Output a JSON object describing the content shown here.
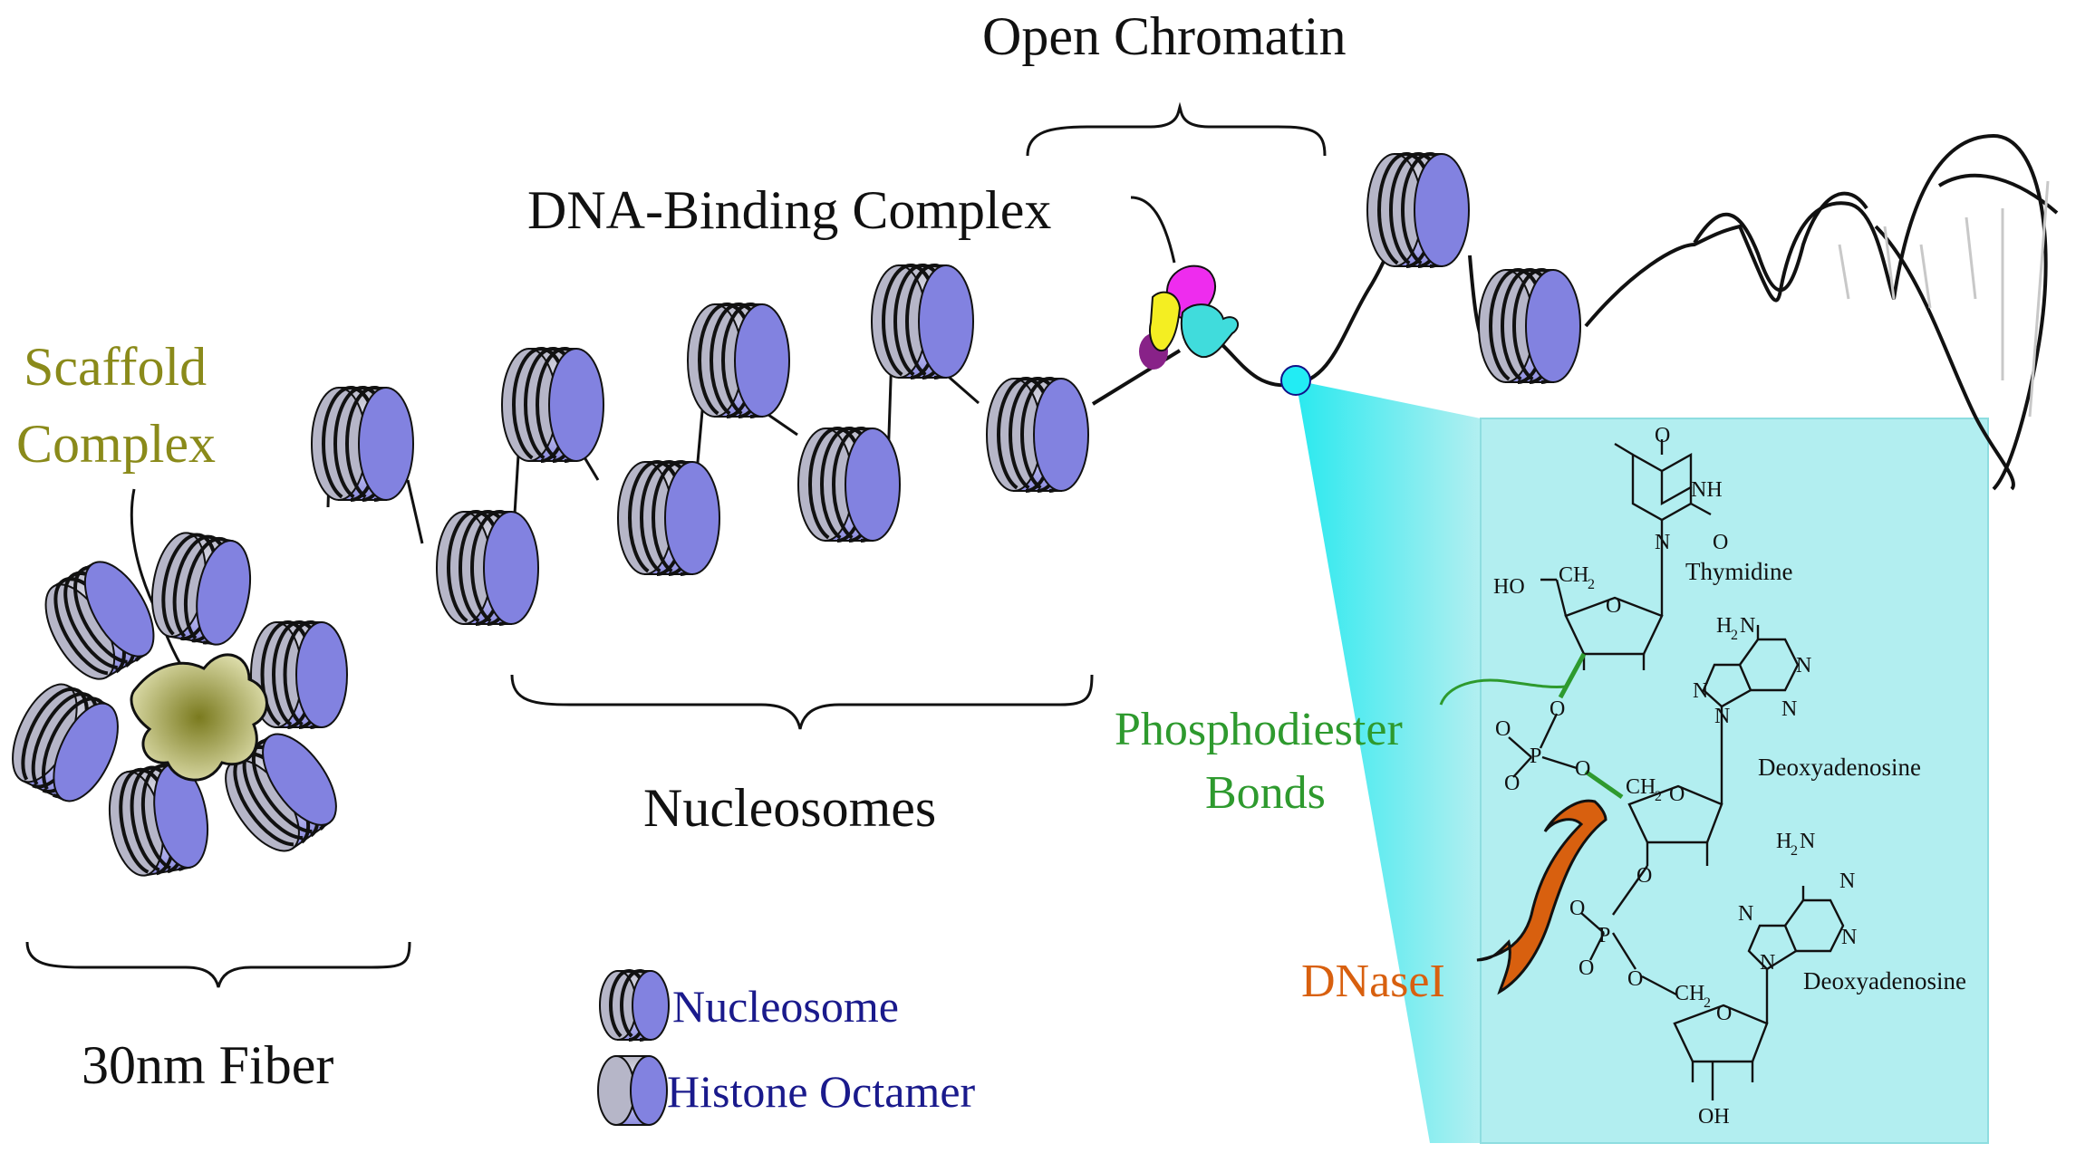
{
  "labels": {
    "open_chromatin": "Open Chromatin",
    "dna_binding_complex": "DNA-Binding Complex",
    "scaffold_line1": "Scaffold",
    "scaffold_line2": "Complex",
    "nucleosomes": "Nucleosomes",
    "fiber": "30nm Fiber",
    "phosphodiester_line1": "Phosphodiester",
    "phosphodiester_line2": "Bonds",
    "dnase": "DNaseI"
  },
  "legend": {
    "nucleosome": "Nucleosome",
    "histone_octamer": "Histone Octamer"
  },
  "chemistry": {
    "thymidine": "Thymidine",
    "deoxyadenosine_1": "Deoxyadenosine",
    "deoxyadenosine_2": "Deoxyadenosine",
    "ho": "HO",
    "ch2": "CH",
    "sub2": "2",
    "o": "O",
    "p": "P",
    "nh": "NH",
    "n": "N",
    "h2n": "H",
    "h2n_n": "N",
    "oh": "OH"
  },
  "colors": {
    "histone_light": "#ffffff",
    "histone_mid": "#8c8ce6",
    "histone_face": "#8282e0",
    "scaffold": "#8a8a2a",
    "scaffold_text": "#8a8a1a",
    "phospho_text": "#2e9a2e",
    "dnase": "#d8600f",
    "inset_bg": "#aeeef0",
    "cyan_beam": "#3ae6ee",
    "legend_text": "#1a1a8c"
  }
}
